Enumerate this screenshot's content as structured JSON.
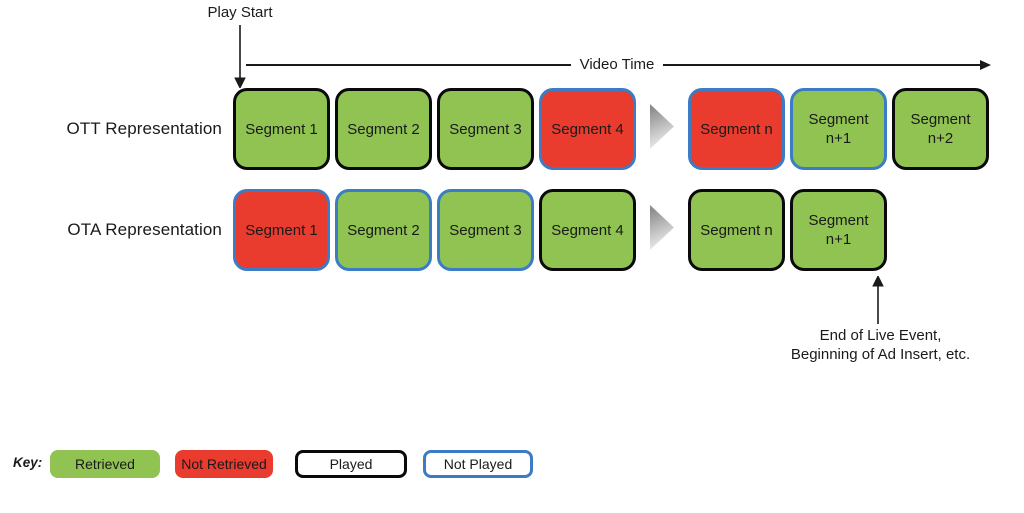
{
  "annotations": {
    "play_start": "Play Start",
    "video_time": "Video Time",
    "end_event_line1": "End of Live Event,",
    "end_event_line2": "Beginning of Ad Insert, etc."
  },
  "colors": {
    "retrieved_green": "#90C351",
    "not_retrieved_red": "#E93B2E",
    "played_black": "#0A0A0A",
    "not_played_blue": "#3B7CC4"
  },
  "rows": [
    {
      "label": "OTT Representation",
      "segments": [
        {
          "label": "Segment 1",
          "fill": "retrieved",
          "border": "played"
        },
        {
          "label": "Segment 2",
          "fill": "retrieved",
          "border": "played"
        },
        {
          "label": "Segment 3",
          "fill": "retrieved",
          "border": "played"
        },
        {
          "label": "Segment 4",
          "fill": "not-retrieved",
          "border": "not-played"
        },
        {
          "type": "ellipsis"
        },
        {
          "label": "Segment n",
          "fill": "not-retrieved",
          "border": "not-played"
        },
        {
          "label": "Segment n+1",
          "fill": "retrieved",
          "border": "not-played"
        },
        {
          "label": "Segment n+2",
          "fill": "retrieved",
          "border": "played"
        }
      ]
    },
    {
      "label": "OTA Representation",
      "segments": [
        {
          "label": "Segment 1",
          "fill": "not-retrieved",
          "border": "not-played"
        },
        {
          "label": "Segment 2",
          "fill": "retrieved",
          "border": "not-played"
        },
        {
          "label": "Segment 3",
          "fill": "retrieved",
          "border": "not-played"
        },
        {
          "label": "Segment 4",
          "fill": "retrieved",
          "border": "played"
        },
        {
          "type": "ellipsis"
        },
        {
          "label": "Segment n",
          "fill": "retrieved",
          "border": "played"
        },
        {
          "label": "Segment n+1",
          "fill": "retrieved",
          "border": "played"
        }
      ]
    }
  ],
  "key": {
    "title": "Key:",
    "items": [
      {
        "label": "Retrieved",
        "fill": "retrieved",
        "border": "none"
      },
      {
        "label": "Not Retrieved",
        "fill": "not-retrieved",
        "border": "none"
      },
      {
        "label": "Played",
        "fill": "white",
        "border": "played"
      },
      {
        "label": "Not Played",
        "fill": "white",
        "border": "not-played"
      }
    ]
  }
}
